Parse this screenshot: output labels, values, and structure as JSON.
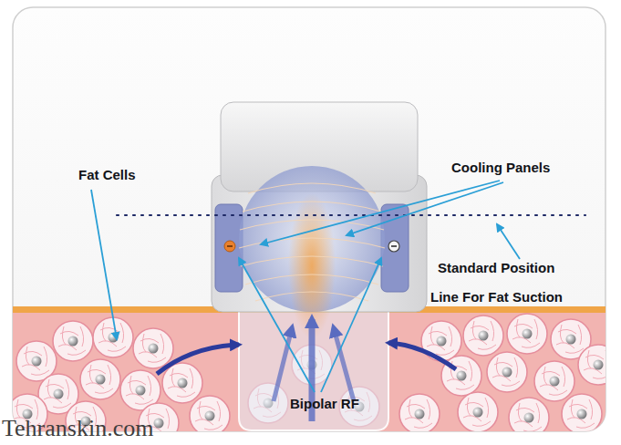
{
  "diagram": {
    "labels": [
      "Fat Cells",
      "Cooling Panels",
      "Standard Position",
      "Line For Fat Suction",
      "Bipolar RF",
      "Tehranskin.com"
    ]
  }
}
